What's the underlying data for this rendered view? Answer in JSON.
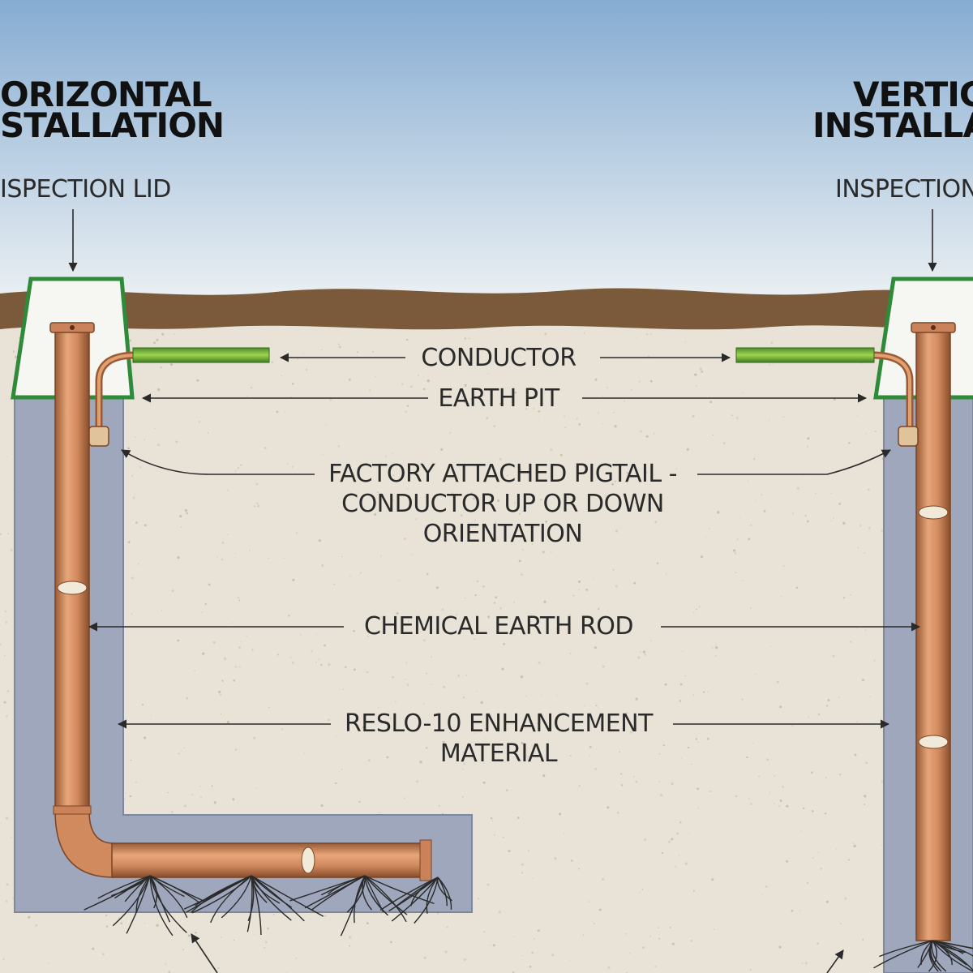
{
  "horizontal": {
    "title_line1": "ORIZONTAL",
    "title_line2": "STALLATION",
    "lid_label": "ISPECTION LID"
  },
  "vertical": {
    "title_line1": "VERTICA",
    "title_line2": "INSTALLATI",
    "lid_label": "INSPECTION"
  },
  "labels": {
    "conductor": "CONDUCTOR",
    "earth_pit": "EARTH PIT",
    "pigtail_line1": "FACTORY ATTACHED PIGTAIL -",
    "pigtail_line2": "CONDUCTOR UP OR DOWN",
    "pigtail_line3": "ORIENTATION",
    "earth_rod": "CHEMICAL EARTH ROD",
    "enhancement_line1": "RESLO-10 ENHANCEMENT",
    "enhancement_line2": "MATERIAL"
  },
  "colors": {
    "sky_top": "#86acd2",
    "sky_bottom": "#eef2f3",
    "soil_surface": "#7a5a3a",
    "ground": "#e8e3d6",
    "enhancement_fill": "#9ea7bc",
    "copper": "#d18a5e",
    "lid_border": "#2f8a3a",
    "conductor": "#7fbf3a"
  }
}
